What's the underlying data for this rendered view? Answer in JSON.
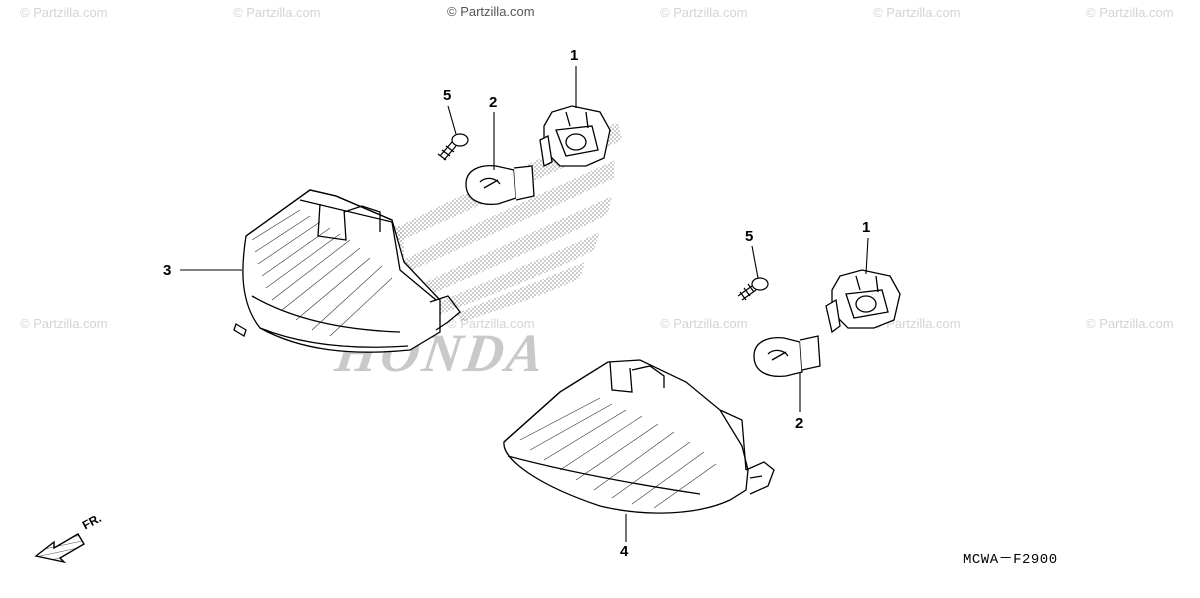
{
  "watermarks": [
    "© Partzilla.com",
    "© Partzilla.com",
    "© Partzilla.com",
    "© Partzilla.com",
    "© Partzilla.com",
    "© Partzilla.com",
    "© Partzilla.com",
    "© Partzilla.com",
    "© Partzilla.com",
    "© Partzilla.com",
    "© Partzilla.com"
  ],
  "brand_watermark": "HONDA",
  "diagram_code": "MCWA－F2900",
  "direction_label": "FR.",
  "callouts": {
    "left_socket": "1",
    "left_bulb": "2",
    "left_lens": "3",
    "left_screw": "5",
    "right_socket": "1",
    "right_bulb": "2",
    "right_lens": "4",
    "right_screw": "5"
  },
  "colors": {
    "line": "#000000",
    "halftone": "#bdbdbd",
    "watermark": "#d4d4d4"
  },
  "icons": [
    "forward-direction-arrow-icon",
    "honda-wing-logo-icon"
  ]
}
